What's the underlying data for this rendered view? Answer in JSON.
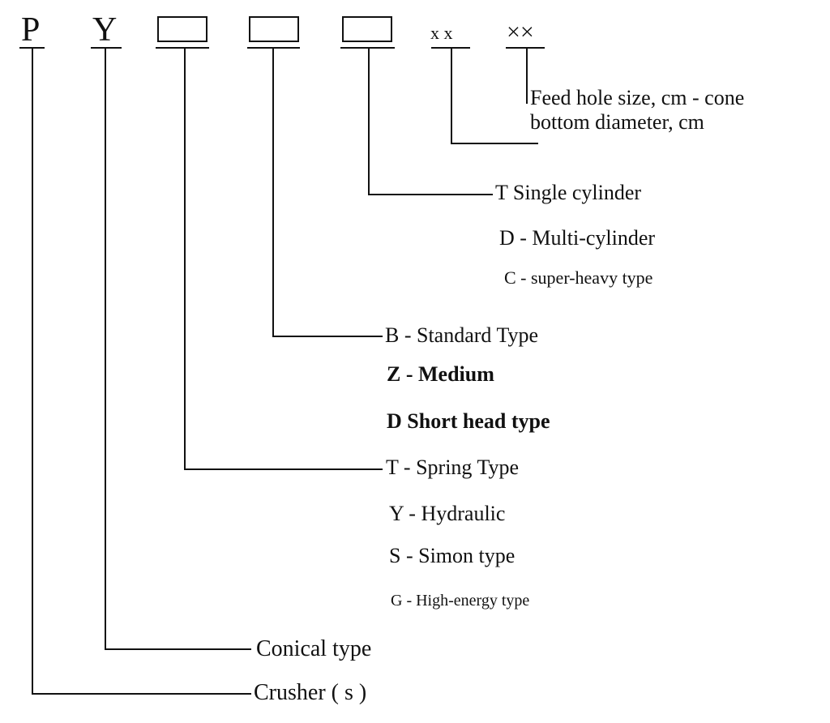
{
  "codes": {
    "p": "P",
    "y": "Y",
    "xx_small": "x x",
    "xx_large": "××"
  },
  "labels": {
    "feed_hole": "Feed hole size, cm - cone",
    "feed_hole_line2": "bottom diameter, cm",
    "single_cylinder": "T Single cylinder",
    "multi_cylinder": "D - Multi-cylinder",
    "super_heavy": "C - super-heavy type",
    "standard": "B - Standard Type",
    "medium": "Z - Medium",
    "short_head": "D Short head type",
    "spring": "T - Spring Type",
    "hydraulic": "Y - Hydraulic",
    "simon": "S - Simon type",
    "high_energy": "G - High-energy type",
    "conical": "Conical type",
    "crusher": "Crusher",
    "crusher_suffix": "( s )"
  },
  "colors": {
    "line": "#111111",
    "background": "#ffffff"
  }
}
